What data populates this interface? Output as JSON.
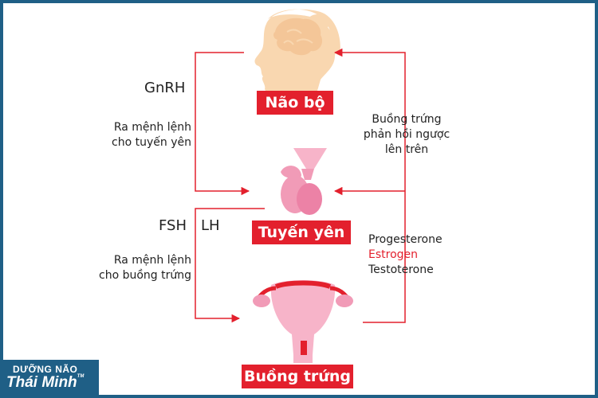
{
  "nodes": {
    "brain": "Não bộ",
    "pituitary": "Tuyến yên",
    "ovary": "Buồng trứng"
  },
  "left_top": {
    "hormone": "GnRH",
    "line1": "Ra mệnh lệnh",
    "line2": "cho tuyến yên"
  },
  "left_bottom": {
    "hormone_fsh": "FSH",
    "hormone_lh": "LH",
    "line1": "Ra mệnh lệnh",
    "line2": "cho buồng trứng"
  },
  "right_feedback": {
    "line1": "Buồng trứng",
    "line2": "phản hồi ngược",
    "line3": "lên trên"
  },
  "ovary_hormones": {
    "progesterone": "Progesterone",
    "estrogen": "Estrogen",
    "testosterone": "Testoterone"
  },
  "logo": {
    "line1": "DƯỠNG NÃO",
    "line2": "Thái Minh",
    "tm": "TM"
  },
  "colors": {
    "accent": "#e3202d",
    "frame": "#1f5f86",
    "skin": "#f9d7b0",
    "pink": "#f19bb7",
    "pink_light": "#f7b4c9"
  }
}
